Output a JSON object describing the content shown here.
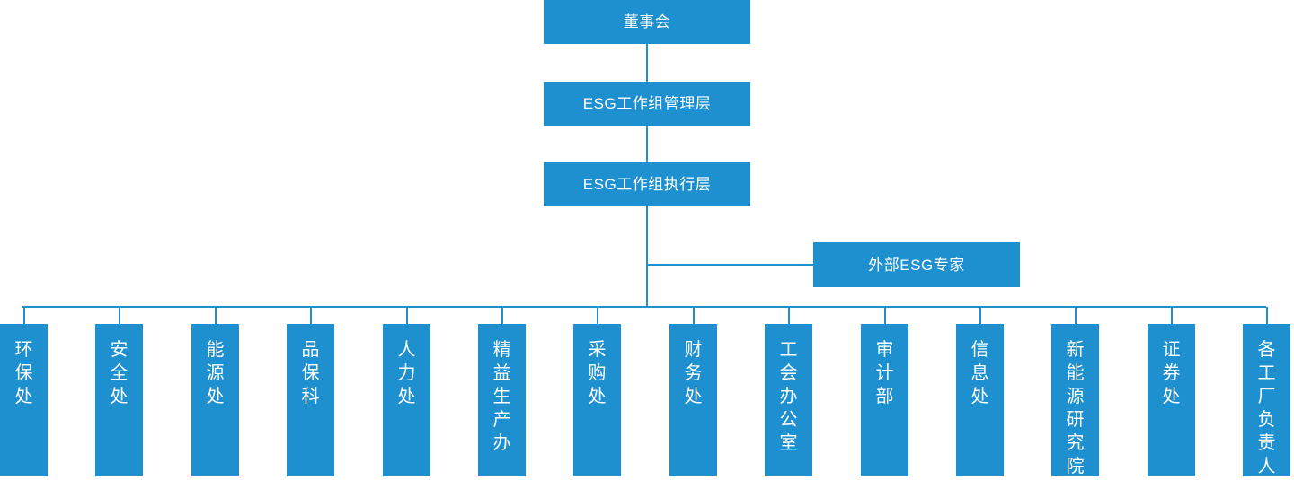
{
  "diagram": {
    "title_color": "#1E90CF",
    "accent_color": "#1E90CF",
    "text_color": "#FFFFFF",
    "hierarchy": {
      "level1": {
        "label": "董事会"
      },
      "level2": {
        "label": "ESG工作组管理层"
      },
      "level3": {
        "label": "ESG工作组执行层"
      },
      "advisor": {
        "label": "外部ESG专家"
      }
    },
    "departments": [
      {
        "label": "环保处",
        "chars": "环\n保\n处"
      },
      {
        "label": "安全处",
        "chars": "安\n全\n处"
      },
      {
        "label": "能源处",
        "chars": "能\n源\n处"
      },
      {
        "label": "品保科",
        "chars": "品\n保\n科"
      },
      {
        "label": "人力处",
        "chars": "人\n力\n处"
      },
      {
        "label": "精益生产办",
        "chars": "精\n益\n生\n产\n办"
      },
      {
        "label": "采购处",
        "chars": "采\n购\n处"
      },
      {
        "label": "财务处",
        "chars": "财\n务\n处"
      },
      {
        "label": "工会办公室",
        "chars": "工\n会\n办\n公\n室"
      },
      {
        "label": "审计部",
        "chars": "审\n计\n部"
      },
      {
        "label": "信息处",
        "chars": "信\n息\n处"
      },
      {
        "label": "新能源研究院",
        "chars": "新\n能\n源\n研\n究\n院"
      },
      {
        "label": "证券处",
        "chars": "证\n券\n处"
      },
      {
        "label": "各工厂负责人",
        "chars": "各\n工\n厂\n负\n责\n人"
      }
    ]
  }
}
